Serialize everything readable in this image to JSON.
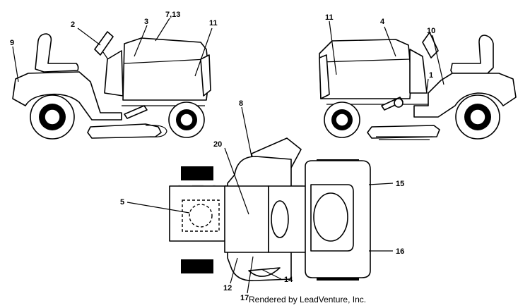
{
  "diagram": {
    "labels": [
      "1",
      "2",
      "3",
      "4",
      "5",
      "7,13",
      "8",
      "9",
      "10",
      "11",
      "11",
      "12",
      "14",
      "15",
      "16",
      "17",
      "20"
    ],
    "watermark": "LEADVENTURE"
  },
  "credit": "Rendered by LeadVenture, Inc."
}
